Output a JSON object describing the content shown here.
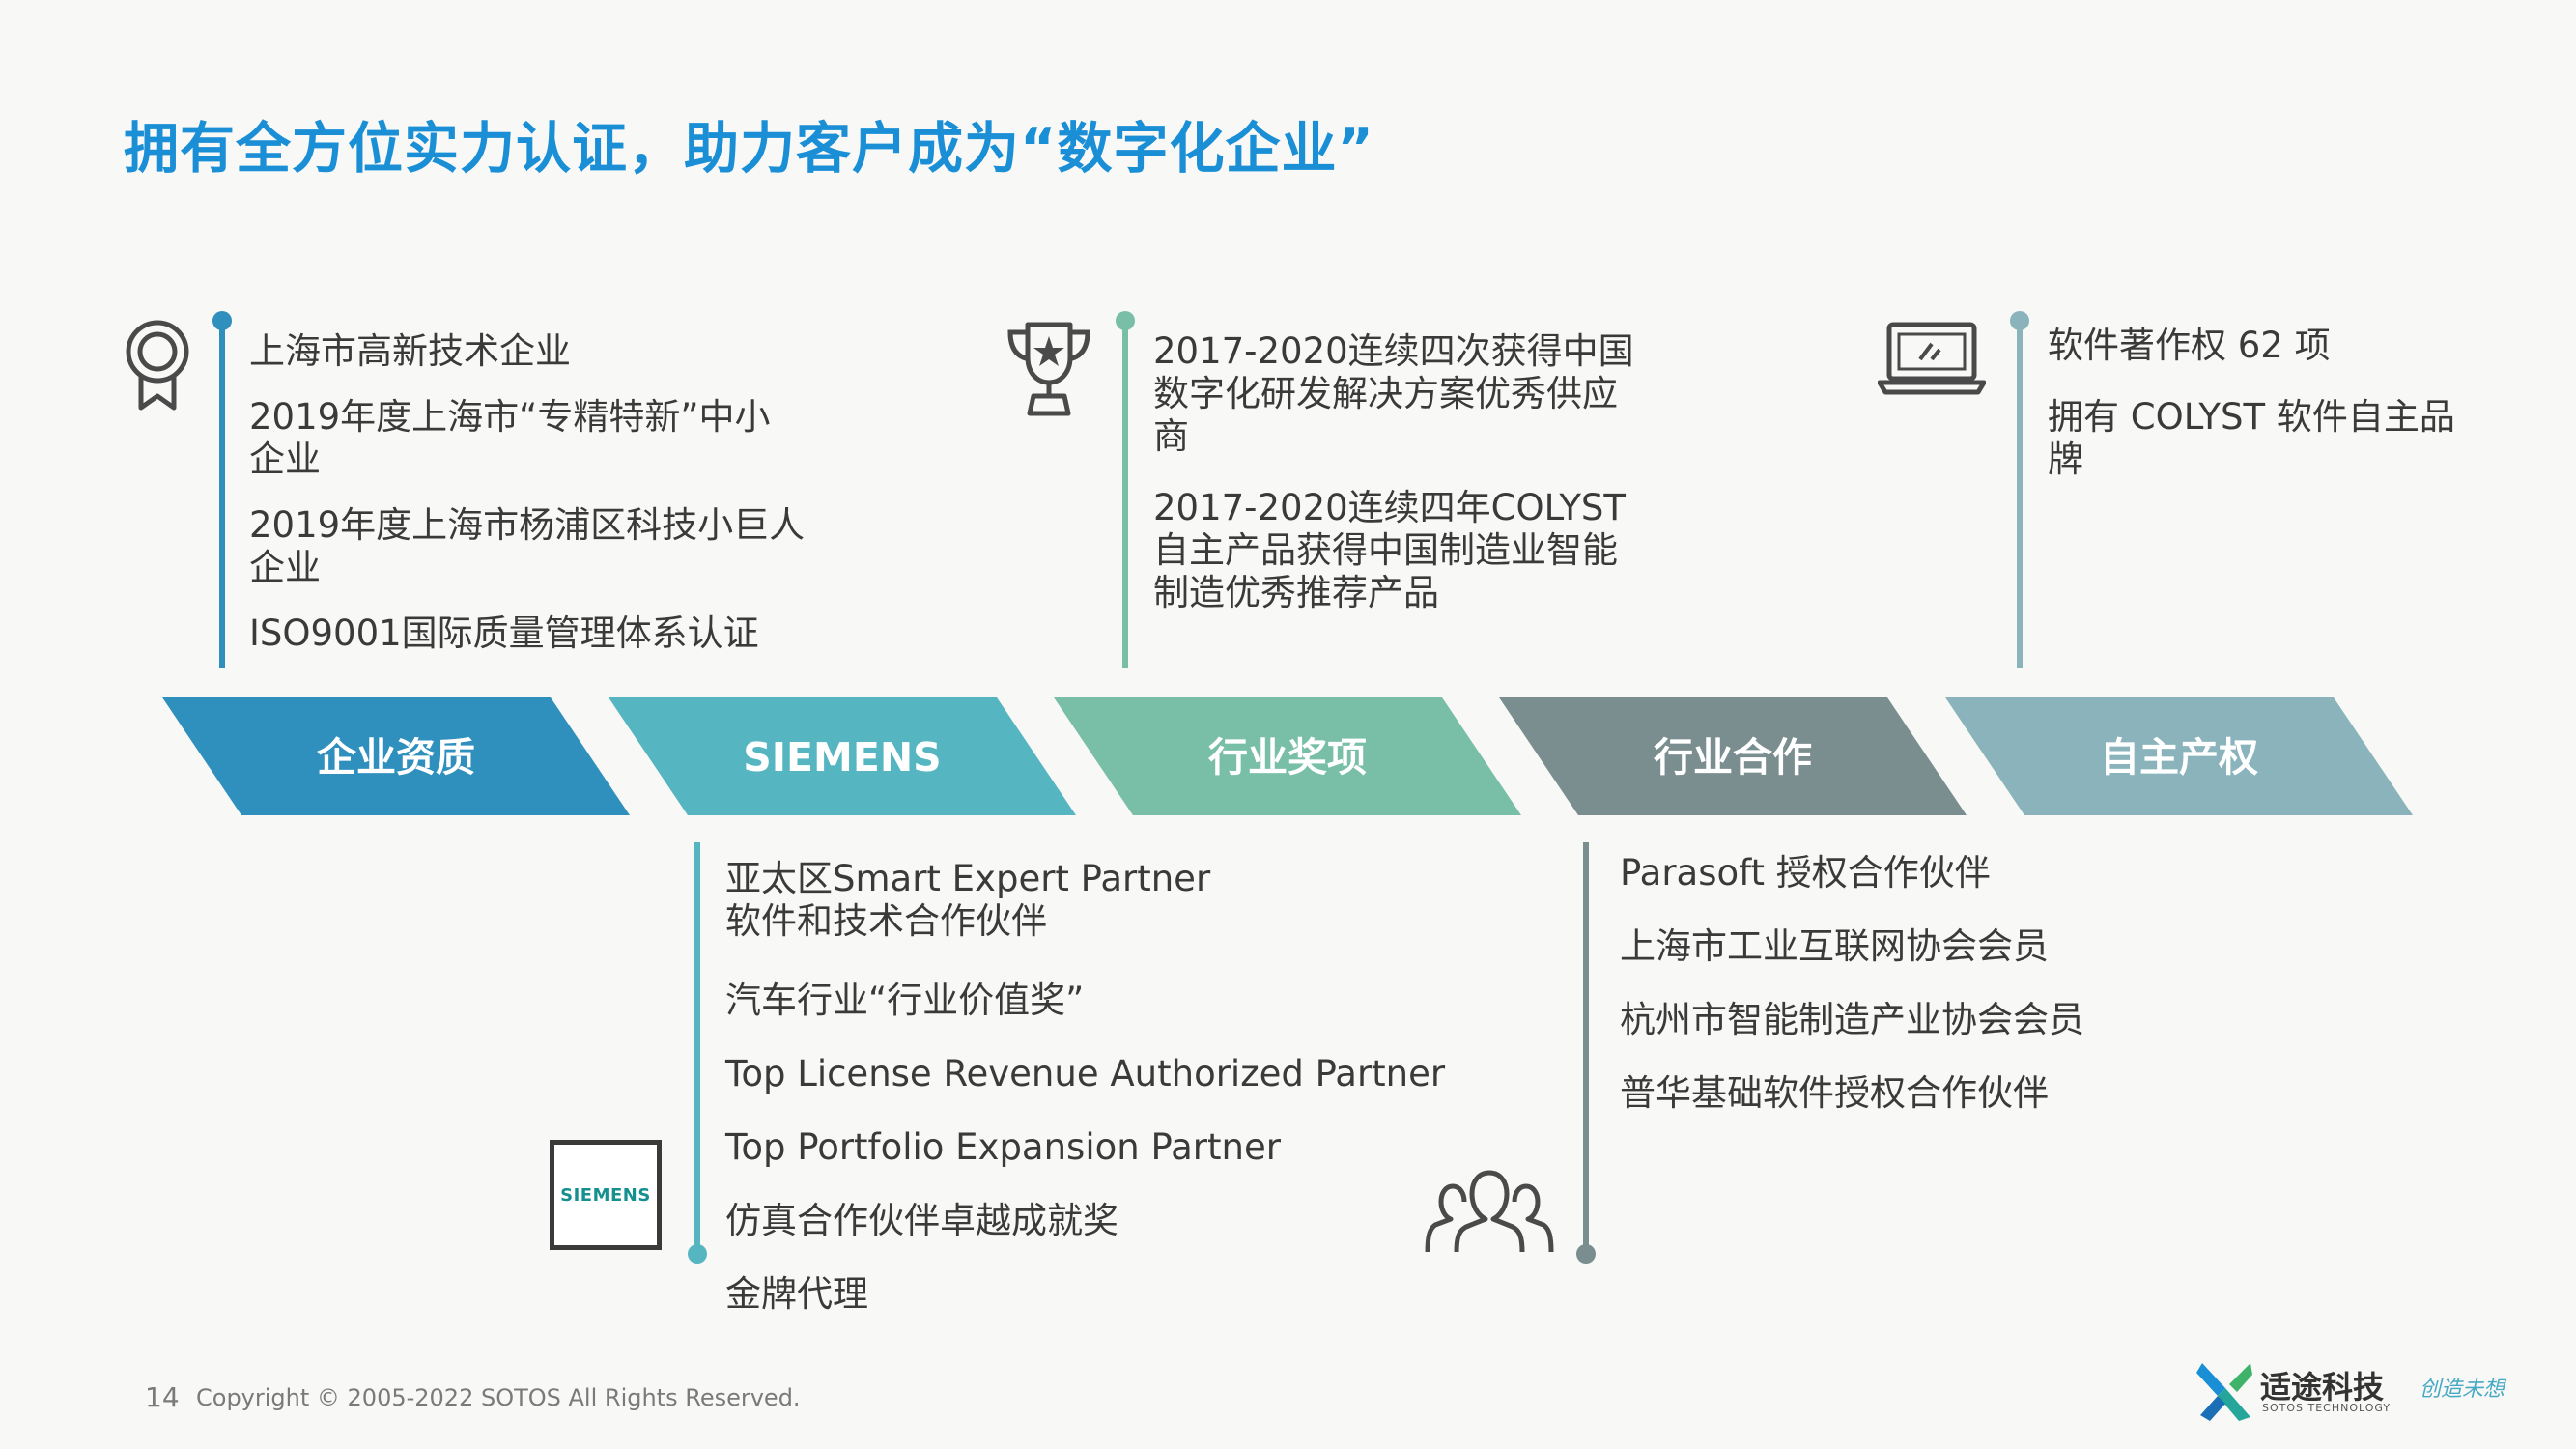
{
  "title": "拥有全方位实力认证，助力客户成为“数字化企业”",
  "categories": [
    {
      "label": "企业资质",
      "color": "#2f8fbd"
    },
    {
      "label": "SIEMENS",
      "color": "#55b6c1"
    },
    {
      "label": "行业奖项",
      "color": "#79bfa8"
    },
    {
      "label": "行业合作",
      "color": "#7a8d8f"
    },
    {
      "label": "自主产权",
      "color": "#8ab3bc"
    }
  ],
  "qualification": {
    "items": [
      "上海市高新技术企业",
      "2019年度上海市“专精特新”中小\n企业",
      "2019年度上海市杨浦区科技小巨人\n企业",
      "ISO9001国际质量管理体系认证"
    ]
  },
  "siemens": {
    "logo_text": "SIEMENS",
    "items": [
      "亚太区Smart Expert Partner\n软件和技术合作伙伴",
      "汽车行业“行业价值奖”",
      "Top License Revenue Authorized Partner",
      "Top Portfolio Expansion Partner",
      "仿真合作伙伴卓越成就奖",
      "金牌代理"
    ]
  },
  "awards": {
    "items": [
      "2017-2020连续四次获得中国\n数字化研发解决方案优秀供应\n商",
      "2017-2020连续四年COLYST\n自主产品获得中国制造业智能\n制造优秀推荐产品"
    ]
  },
  "cooperation": {
    "items": [
      "Parasoft 授权合作伙伴",
      "上海市工业互联网协会会员",
      "杭州市智能制造产业协会会员",
      "普华基础软件授权合作伙伴"
    ]
  },
  "ip": {
    "items": [
      "软件著作权 62 项",
      "拥有 COLYST 软件自主品\n牌"
    ]
  },
  "footer": {
    "page": "14",
    "copyright": "Copyright © 2005-2022 SOTOS All Rights Reserved.",
    "logo_name": "适途科技",
    "logo_sub": "SOTOS TECHNOLOGY",
    "slogan": "创造未想"
  },
  "icons": {
    "qualification": "medal-icon",
    "awards": "trophy-icon",
    "ip": "laptop-icon",
    "cooperation": "people-group-icon"
  }
}
